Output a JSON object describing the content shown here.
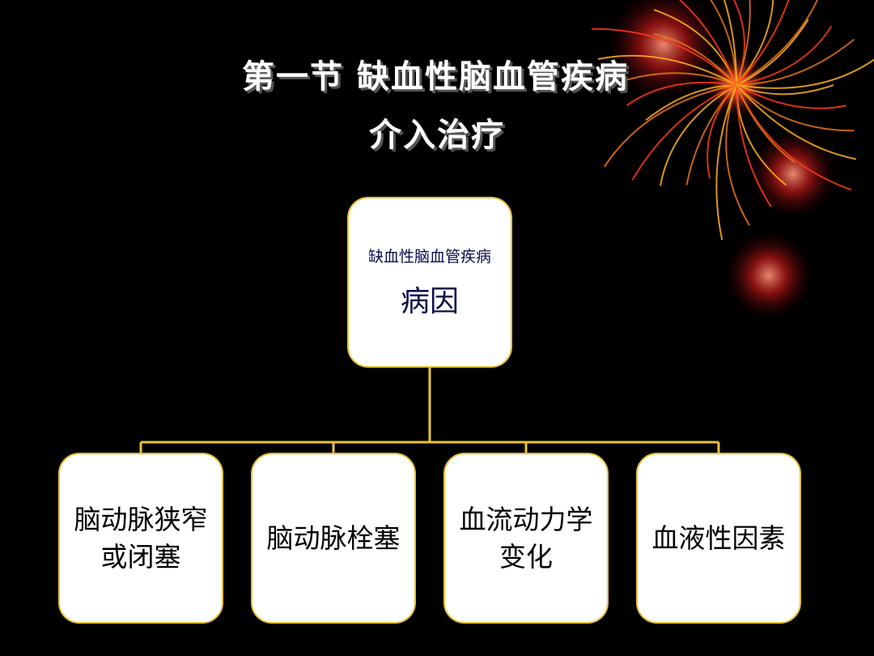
{
  "title": {
    "line1": "第一节  缺血性脑血管疾病",
    "line2": "介入治疗"
  },
  "root": {
    "subtitle": "缺血性脑血管疾病",
    "label": "病因"
  },
  "children": [
    {
      "label": "脑动脉狭窄或闭塞"
    },
    {
      "label": "脑动脉栓塞"
    },
    {
      "label": "血流动力学变化"
    },
    {
      "label": "血液性因素"
    }
  ],
  "colors": {
    "background": "#000000",
    "connector": "#e7c33a",
    "box_fill": "#ffffff",
    "root_text": "#0b0b4d",
    "firework": "#ff3a1a"
  }
}
